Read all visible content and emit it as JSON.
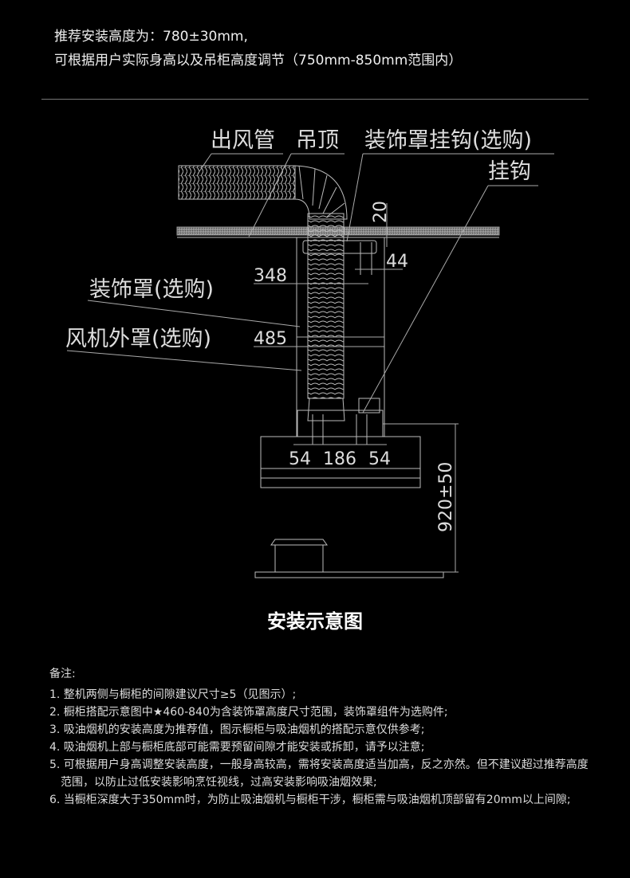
{
  "header": {
    "line1": "推荐安装高度为：780±30mm,",
    "line2": "可根据用户实际身高以及吊柜高度调节（750mm-850mm范围内）"
  },
  "diagram": {
    "labels": {
      "duct": "出风管",
      "ceiling": "吊顶",
      "cover_hook": "装饰罩挂钩(选购)",
      "hook": "挂钩",
      "cover": "装饰罩(选购)",
      "fan_cover": "风机外罩(选购)"
    },
    "dims": {
      "d20": "20",
      "d44": "44",
      "d348": "348",
      "d485": "485",
      "d54a": "54",
      "d186": "186",
      "d54b": "54",
      "height": "920±50"
    },
    "title": "安装示意图"
  },
  "notes": {
    "heading": "备注:",
    "items": [
      "1. 整机两侧与橱柜的间隙建议尺寸≥5（见图示）;",
      "2. 橱柜搭配示意图中★460-840为含装饰罩高度尺寸范围，装饰罩组件为选购件;",
      "3. 吸油烟机的安装高度为推荐值，图示橱柜与吸油烟机的搭配示意仅供参考;",
      "4. 吸油烟机上部与橱柜底部可能需要预留间隙才能安装或拆卸，请予以注意;",
      "5. 可根据用户身高调整安装高度，一般身高较高，需将安装高度适当加高，反之亦然。但不建议超过推荐高度范围，以防止过低安装影响烹饪视线，过高安装影响吸油烟效果;",
      "6. 当橱柜深度大于350mm时，为防止吸油烟机与橱柜干涉，橱柜需与吸油烟机顶部留有20mm以上间隙;"
    ]
  }
}
